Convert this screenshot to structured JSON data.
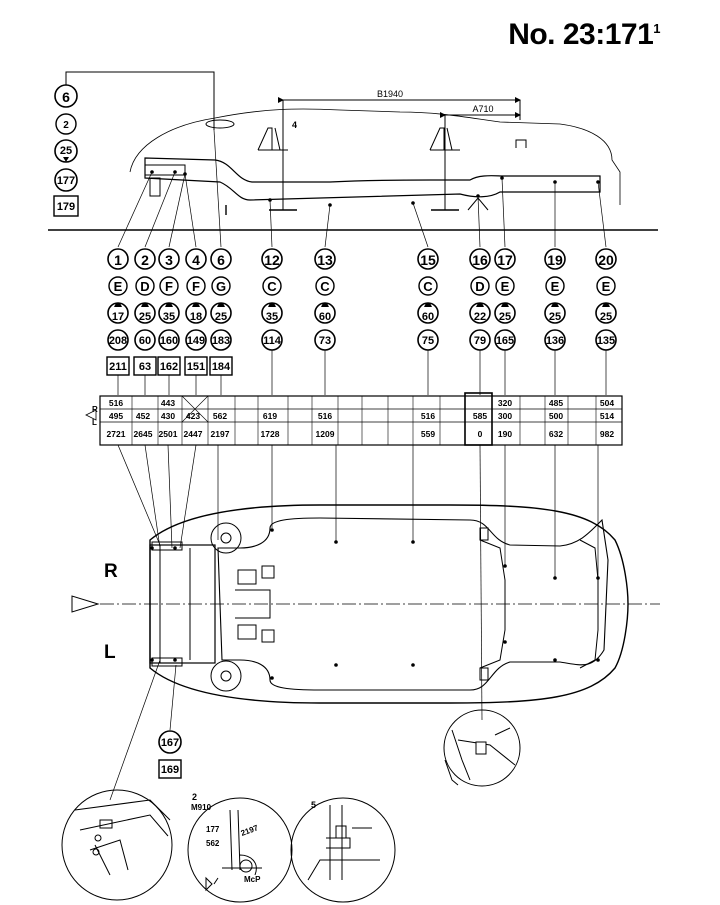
{
  "title": {
    "main": "No. 23:171",
    "sup": "1"
  },
  "dimensions": {
    "b": "B1940",
    "a": "A710",
    "m": "M910",
    "d177": "177",
    "d562": "562",
    "d2197": "2197",
    "mcp": "McP"
  },
  "side_labels": {
    "right": "R",
    "left": "L"
  },
  "top_stack": {
    "point": "6",
    "note": "2",
    "size": "25",
    "a": "177",
    "b": "179"
  },
  "callout_4": "4",
  "callout_5": "5",
  "lower_stack": {
    "point": "167",
    "ref": "169"
  },
  "columns": [
    {
      "point": "1",
      "letter": "E",
      "size": "17",
      "a": "208",
      "b": "211"
    },
    {
      "point": "2",
      "letter": "D",
      "size": "25",
      "a": "60",
      "b": "63"
    },
    {
      "point": "3",
      "letter": "F",
      "size": "35",
      "a": "160",
      "b": "162"
    },
    {
      "point": "4",
      "letter": "F",
      "size": "18",
      "a": "149",
      "b": "151"
    },
    {
      "point": "6",
      "letter": "G",
      "size": "25",
      "a": "183",
      "b": "184"
    },
    {
      "point": "12",
      "letter": "C",
      "size": "35",
      "a": "114",
      "b": ""
    },
    {
      "point": "13",
      "letter": "C",
      "size": "60",
      "a": "73",
      "b": ""
    },
    {
      "point": "15",
      "letter": "C",
      "size": "60",
      "a": "75",
      "b": ""
    },
    {
      "point": "16",
      "letter": "D",
      "size": "22",
      "a": "79",
      "b": ""
    },
    {
      "point": "17",
      "letter": "E",
      "size": "25",
      "a": "165",
      "b": ""
    },
    {
      "point": "19",
      "letter": "E",
      "size": "25",
      "a": "136",
      "b": ""
    },
    {
      "point": "20",
      "letter": "E",
      "size": "25",
      "a": "135",
      "b": ""
    }
  ],
  "table": {
    "row_labels": [
      "R",
      "L"
    ],
    "row1": [
      "516",
      "",
      "443",
      "",
      "",
      "",
      "",
      "",
      "",
      "",
      "",
      "",
      "320",
      "",
      "485",
      "504"
    ],
    "row2": [
      "495",
      "452",
      "430",
      "423",
      "562",
      "619",
      "516",
      "",
      "",
      "516",
      "",
      "585",
      "300",
      "",
      "500",
      "514"
    ],
    "row3": [
      "2721",
      "2645",
      "2501",
      "2447",
      "2197",
      "1728",
      "1209",
      "",
      "",
      "559",
      "",
      "0",
      "190",
      "",
      "632",
      "982"
    ]
  }
}
